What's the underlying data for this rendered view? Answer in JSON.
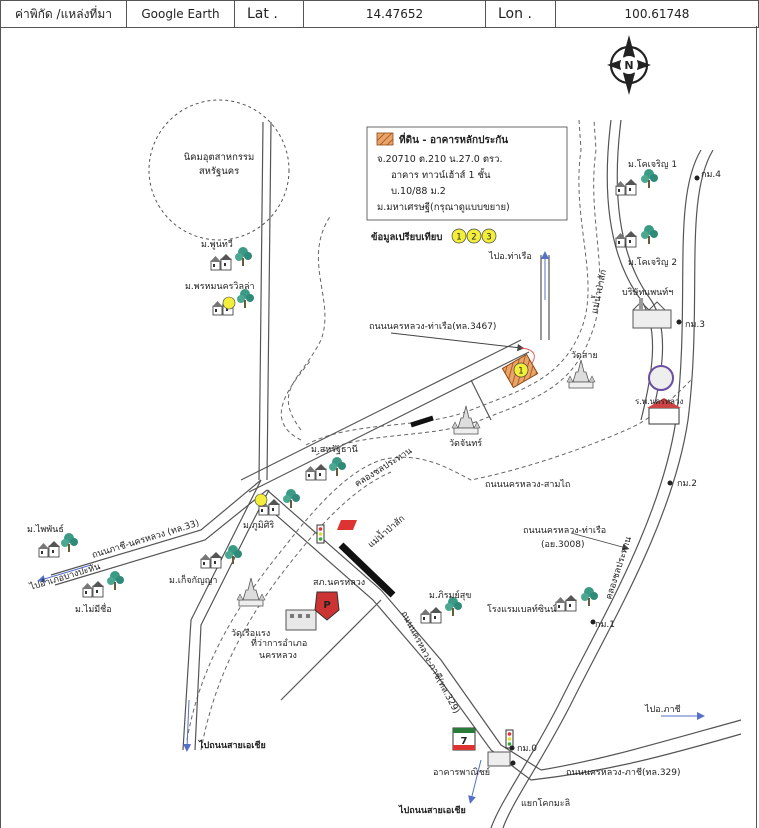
{
  "header": {
    "coord_label": "ค่าพิกัด /แหล่งที่มา",
    "source": "Google Earth",
    "lat_label": "Lat .",
    "lat_value": "14.47652",
    "lon_label": "Lon .",
    "lon_value": "100.61748"
  },
  "compass": {
    "letter": "N"
  },
  "legend": {
    "title": "ที่ดิน - อาคารหลักประกัน",
    "line1": "จ.20710  ต.210 น.27.0 ตรว.",
    "line2": "อาคาร  ทาวน์เฮ้าส์ 1 ชั้น",
    "line3": "บ.10/88 ม.2",
    "line4": "ม.มหาเศรษฐี(กรุณาดูแบบขยาย)"
  },
  "comparison": {
    "label": "ข้อมูลเปรียบเทียบ",
    "markers": [
      "1",
      "2",
      "3"
    ]
  },
  "labels": {
    "estate": "นิคมอุตสาหกรรม\nสหรัฐนคร",
    "m_poonsub": "ม.พูนทวี",
    "m_pornnom": "ม.พรหมนครวิลล่า",
    "to_tharua": "ไปอ.ท่าเรือ",
    "road_3467": "ถนนนครหลวง-ท่าเรือ(ทล.3467)",
    "khlong_pracha": "คลองชลประทาน",
    "river_pasak_upper": "แม่น้ำป่าสัก",
    "wat_lai": "วัดสาย",
    "wat_chan": "วัดจันทร์",
    "m_sahat": "ม.สหรัฐธานี",
    "m_khochroen1": "ม.โคเจริญ 1",
    "m_khochroen2": "ม.โคเจริญ 2",
    "km4": "กม.4",
    "km3": "กม.3",
    "km2": "กม.2",
    "km1": "กม.1",
    "km0": "กม.0",
    "company": "บริษัทแพนท์ฯ",
    "hospital": "ร.พ.นครหลวง",
    "road_samlai": "ถนนนครหลวง-สามไถ",
    "road_33": "ถนนภาชี-นครหลวง (ทล.33)",
    "m_phumsiri": "ม.ภูมิศิริ",
    "m_phaphan": "ม.ไพพันธ์",
    "to_bangpahan": "ไปอำเภอบางปะหัน",
    "m_maimeesue": "ม.ไม่มีชื่อ",
    "river_pasak_lower": "แม่น้ำป่าสัก",
    "m_kitkanya": "ม.เก็จกัญญา",
    "police": "สภ.นครหลวง",
    "wat_ruaeng": "วัดเรือแรง",
    "district_office": "ที่ว่าการอำเภอ\nนครหลวง",
    "road_3008_name": "ถนนนครหลวง-ท่าเรือ",
    "road_3008_code": "(อย.3008)",
    "khlong_pracha2": "คลองชลประทาน",
    "m_phimsuk": "ม.ภิรมย์สุข",
    "hotel": "โรงแรมเบลท์ซินน์",
    "road_329": "ถนนนครหลวง-ภาชี(ทล.329)",
    "to_phachi": "ไปอ.ภาชี",
    "to_asia1": "ไปถนนสายเอเชีย",
    "to_asia2": "ไปถนนสายเอเชีย",
    "commercial": "อาคารพาณิชย์",
    "junction": "แยกโคกมะลิ",
    "road_329b": "ถนนนครหลวง-ภาชี(ทล.329)",
    "store": "7",
    "police_p": "P"
  },
  "subject_marker": "1",
  "colors": {
    "road": "#555555",
    "water": "#666666",
    "subject": "#d97a3a",
    "marker": "#f2ee3a",
    "tree": "#2f8a7a",
    "house": "#556"
  }
}
